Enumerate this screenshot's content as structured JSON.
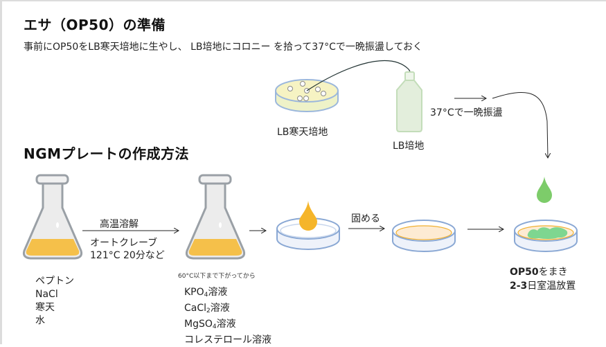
{
  "section_feed": {
    "title": "エサ（OP50）の準備",
    "description": "事前にOP50をLB寒天培地に生やし、 LB培地にコロニー を拾って37°Cで一晩振盪しておく",
    "lb_agar_label": "LB寒天培地",
    "lb_medium_label": "LB培地",
    "incubation_label": "37°Cで一晩振盪"
  },
  "section_ngm": {
    "title": "NGMプレートの作成方法",
    "step_dissolve_label": "高温溶解",
    "autoclave_lines": [
      "オートクレーブ",
      "121°C 20分など"
    ],
    "ingredients_1": [
      "ペプトン",
      "NaCl",
      "寒天",
      "水"
    ],
    "cool_note": "60°C以下まで下がってから",
    "ingredients_2": [
      {
        "base": "KPO",
        "sub": "4",
        "suffix": "溶液"
      },
      {
        "base": "CaCl",
        "sub": "2",
        "suffix": "溶液"
      },
      {
        "base": "MgSO",
        "sub": "4",
        "suffix": "溶液"
      },
      {
        "base": "コレステロール溶液",
        "sub": "",
        "suffix": ""
      }
    ],
    "solidify_label": "固める",
    "final_lines": [
      {
        "bold": "OP50",
        "rest": "をまき"
      },
      {
        "bold": "2-3",
        "rest": "日室温放置"
      }
    ]
  },
  "colors": {
    "agar_yellow": "#f5c04a",
    "drop_orange": "#f5b52a",
    "drop_green": "#7dcc6a",
    "colony_green": "#7ed690",
    "dish_blue": "#8aa8d4",
    "solid_agar": "#fdebd3",
    "flask_outline": "#9aa0a6",
    "bottle_green": "#c9e2c0"
  },
  "icons": [
    "erlenmeyer-flask-icon",
    "petri-dish-icon",
    "culture-bottle-icon",
    "liquid-drop-icon",
    "arrow-icon"
  ]
}
